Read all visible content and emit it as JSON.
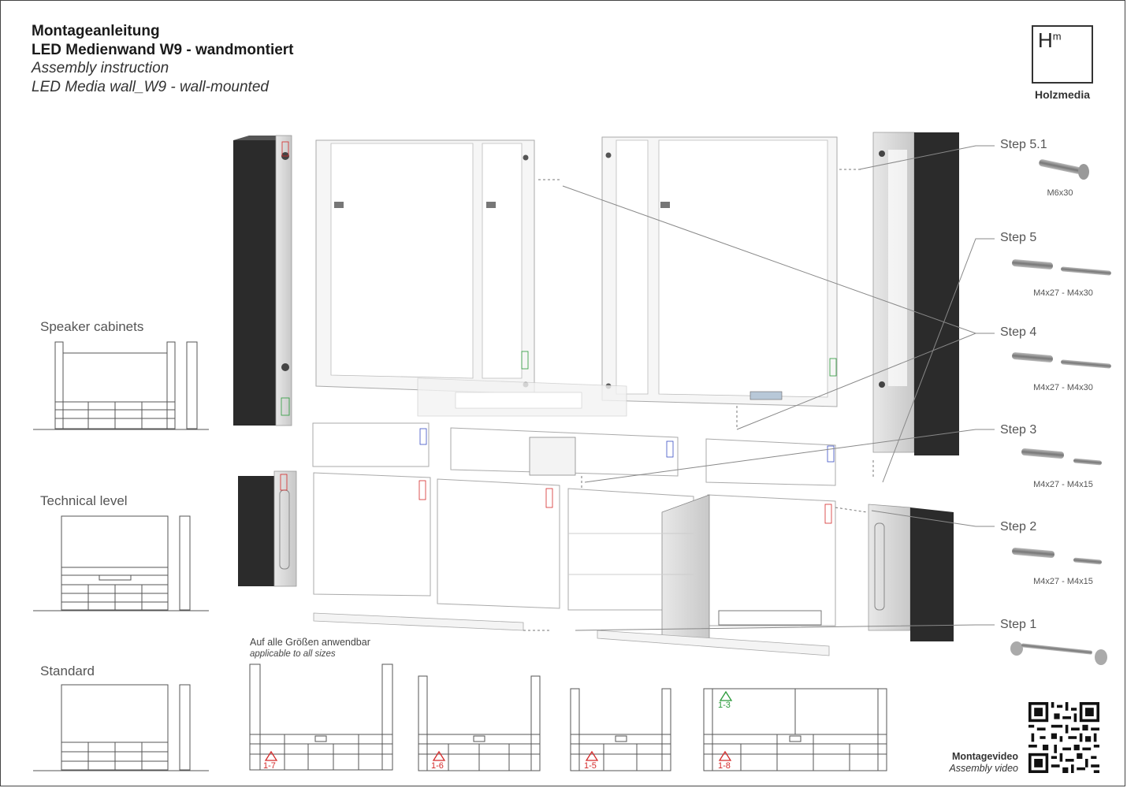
{
  "header": {
    "title_de_1": "Montageanleitung",
    "title_de_2": "LED Medienwand W9 - wandmontiert",
    "title_en_1": "Assembly instruction",
    "title_en_2": "LED Media wall_W9 - wall-mounted"
  },
  "brand": {
    "logo_glyph": "H",
    "logo_sup": "m",
    "name": "Holzmedia"
  },
  "variants": {
    "speaker": "Speaker cabinets",
    "technical": "Technical level",
    "standard": "Standard"
  },
  "steps": [
    {
      "label": "Step 5.1",
      "screws": "M6x30"
    },
    {
      "label": "Step 5",
      "screws": "M4x27 - M4x30"
    },
    {
      "label": "Step 4",
      "screws": "M4x27 - M4x30"
    },
    {
      "label": "Step 3",
      "screws": "M4x27 - M4x15"
    },
    {
      "label": "Step 2",
      "screws": "M4x27 - M4x15"
    },
    {
      "label": "Step 1",
      "screws": ""
    }
  ],
  "sizes_note": {
    "de": "Auf alle Größen anwendbar",
    "en": "applicable to all sizes"
  },
  "size_markers": {
    "m1": "1-7",
    "m2": "1-6",
    "m3": "1-5",
    "m4": "1-8",
    "m4_top": "1-3"
  },
  "video": {
    "de": "Montagevideo",
    "en": "Assembly video"
  },
  "colors": {
    "panel_dark": "#2b2b2b",
    "line": "#888888",
    "marker_red": "#d42a2a",
    "marker_green": "#2a9a3a",
    "marker_blue": "#3a4fc4"
  }
}
